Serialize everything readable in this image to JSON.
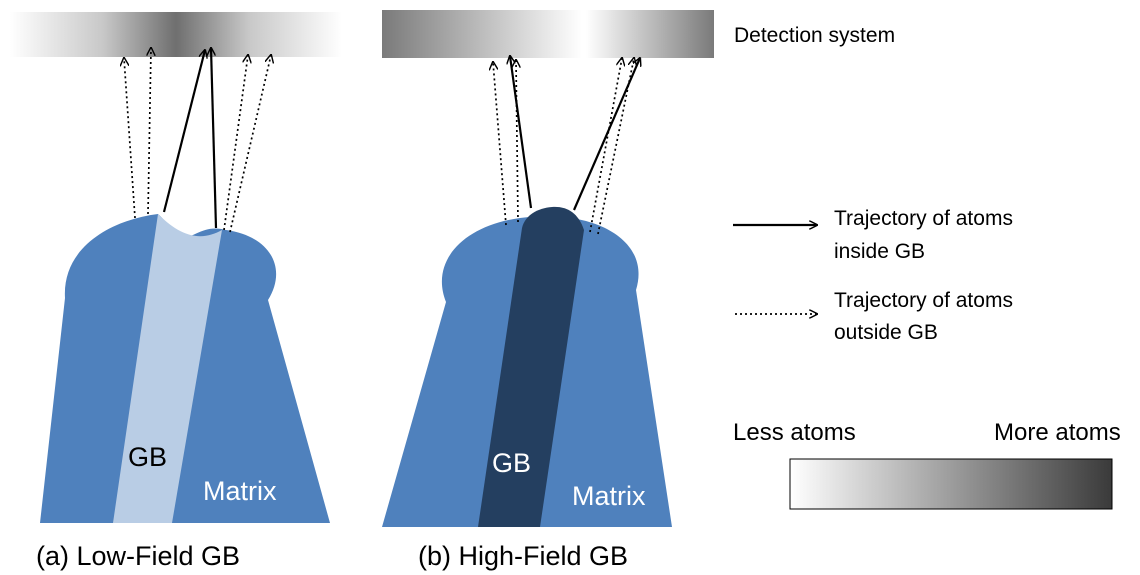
{
  "panels": {
    "a": {
      "caption": "(a) Low-Field GB",
      "gb_label": "GB",
      "matrix_label": "Matrix"
    },
    "b": {
      "caption": "(b) High-Field GB",
      "gb_label": "GB",
      "matrix_label": "Matrix"
    }
  },
  "detector": {
    "label": "Detection system"
  },
  "legend": {
    "solid_line": "Trajectory of atoms inside GB",
    "solid_line_lines": [
      "Trajectory of atoms",
      "inside GB"
    ],
    "dotted_line": "Trajectory of atoms outside GB",
    "dotted_line_lines": [
      "Trajectory of atoms",
      "outside GB"
    ]
  },
  "scale_bar": {
    "less": "Less atoms",
    "more": "More atoms"
  },
  "colors": {
    "matrix": "#4f81bd",
    "gb_low_field": "#b9cde5",
    "gb_high_field": "#243f60",
    "detector_light": "#ffffff",
    "detector_dark": "#7a7a7a",
    "scale_dark": "#3a3a3a",
    "arrow": "#000000"
  }
}
